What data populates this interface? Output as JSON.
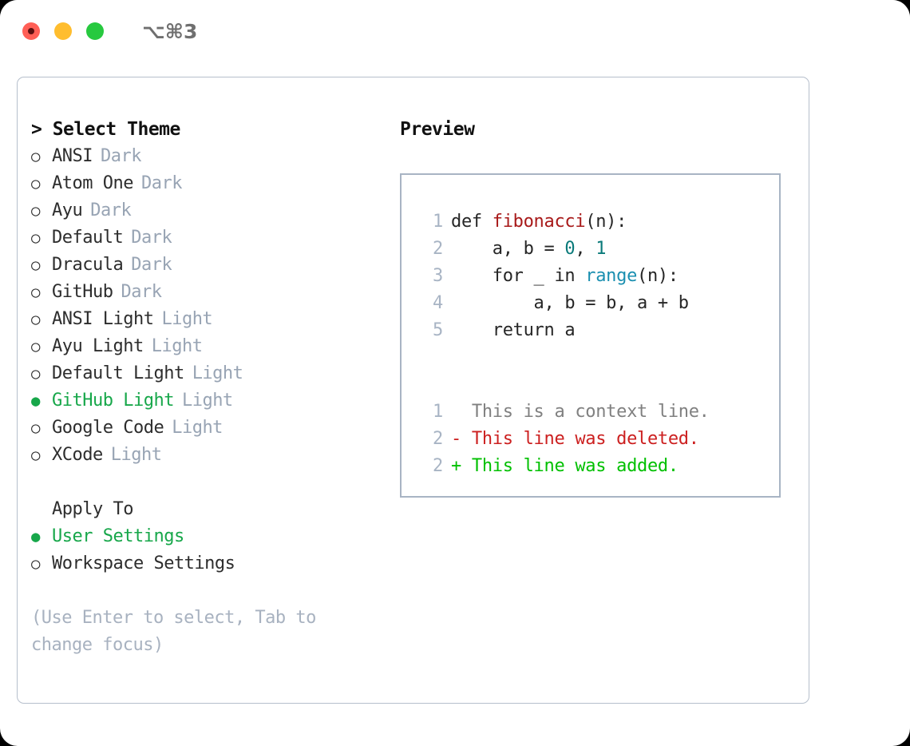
{
  "titlebar": {
    "shortcut": "⌥⌘3",
    "lights": [
      "close",
      "minimize",
      "maximize"
    ]
  },
  "colors": {
    "accent_green": "#17a74a",
    "muted_gray": "#98a4b4",
    "border": "#a8b4c4",
    "panel_border": "#b6bfcc",
    "diff_add": "#00c000",
    "diff_del": "#cc2020",
    "code_fn": "#a81a1a",
    "code_num": "#0a7a7a",
    "code_builtin": "#1a8fb0",
    "light_red": "#ff5f56",
    "light_yellow": "#ffbd2e",
    "light_green": "#27c93f"
  },
  "theme_select": {
    "heading": "> Select Theme",
    "items": [
      {
        "marker": "○",
        "label": "ANSI",
        "tag": "Dark",
        "selected": false
      },
      {
        "marker": "○",
        "label": "Atom One",
        "tag": "Dark",
        "selected": false
      },
      {
        "marker": "○",
        "label": "Ayu",
        "tag": "Dark",
        "selected": false
      },
      {
        "marker": "○",
        "label": "Default",
        "tag": "Dark",
        "selected": false
      },
      {
        "marker": "○",
        "label": "Dracula",
        "tag": "Dark",
        "selected": false
      },
      {
        "marker": "○",
        "label": "GitHub",
        "tag": "Dark",
        "selected": false
      },
      {
        "marker": "○",
        "label": "ANSI Light",
        "tag": "Light",
        "selected": false
      },
      {
        "marker": "○",
        "label": "Ayu Light",
        "tag": "Light",
        "selected": false
      },
      {
        "marker": "○",
        "label": "Default Light",
        "tag": "Light",
        "selected": false
      },
      {
        "marker": "●",
        "label": "GitHub Light",
        "tag": "Light",
        "selected": true
      },
      {
        "marker": "○",
        "label": "Google Code",
        "tag": "Light",
        "selected": false
      },
      {
        "marker": "○",
        "label": "XCode",
        "tag": "Light",
        "selected": false
      }
    ]
  },
  "apply_to": {
    "heading": "Apply To",
    "items": [
      {
        "marker": "●",
        "label": "User Settings",
        "selected": true
      },
      {
        "marker": "○",
        "label": "Workspace Settings",
        "selected": false
      }
    ]
  },
  "hint": "(Use Enter to select, Tab to change focus)",
  "preview": {
    "heading": "Preview",
    "code_lines": [
      {
        "lineno": "1",
        "tokens": [
          {
            "text": "def ",
            "type": "plain"
          },
          {
            "text": "fibonacci",
            "type": "fn"
          },
          {
            "text": "(n):",
            "type": "plain"
          }
        ]
      },
      {
        "lineno": "2",
        "tokens": [
          {
            "text": "    a, b = ",
            "type": "plain"
          },
          {
            "text": "0",
            "type": "num"
          },
          {
            "text": ", ",
            "type": "plain"
          },
          {
            "text": "1",
            "type": "num"
          }
        ]
      },
      {
        "lineno": "3",
        "tokens": [
          {
            "text": "    for _ in ",
            "type": "plain"
          },
          {
            "text": "range",
            "type": "bi"
          },
          {
            "text": "(n):",
            "type": "plain"
          }
        ]
      },
      {
        "lineno": "4",
        "tokens": [
          {
            "text": "        a, b = b, a + b",
            "type": "plain"
          }
        ]
      },
      {
        "lineno": "5",
        "tokens": [
          {
            "text": "    return a",
            "type": "plain"
          }
        ]
      }
    ],
    "diff_lines": [
      {
        "lineno": "1",
        "sign": "  ",
        "text": "This is a context line.",
        "kind": "ctx"
      },
      {
        "lineno": "2",
        "sign": "- ",
        "text": "This line was deleted.",
        "kind": "del"
      },
      {
        "lineno": "2",
        "sign": "+ ",
        "text": "This line was added.",
        "kind": "add"
      }
    ]
  }
}
